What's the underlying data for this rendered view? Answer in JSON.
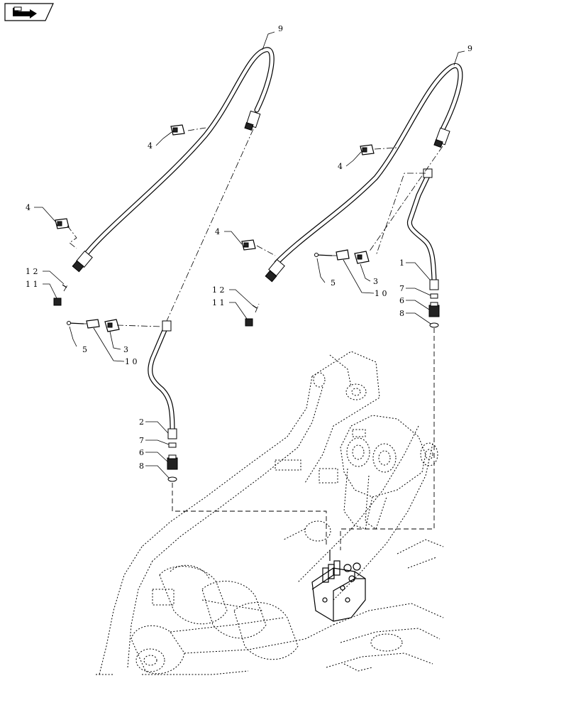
{
  "nav": {
    "icon": "return-arrow-icon"
  },
  "callouts": {
    "hose_left": "9",
    "hose_right": "9",
    "clamp_l_top": "4",
    "clamp_l_mid": "4",
    "clamp_r_top": "4",
    "clamp_r_mid": "4",
    "label_12_l": "1 2",
    "label_11_l": "1 1",
    "label_12_r": "1 2",
    "label_11_r": "1 1",
    "label_5_l": "5",
    "label_3_l": "3",
    "label_10_l": "1 0",
    "label_5_r": "5",
    "label_3_r": "3",
    "label_10_r": "1 0",
    "label_2": "2",
    "label_7_l": "7",
    "label_6_l": "6",
    "label_8_l": "8",
    "label_1": "1",
    "label_7_r": "7",
    "label_6_r": "6",
    "label_8_r": "8"
  }
}
